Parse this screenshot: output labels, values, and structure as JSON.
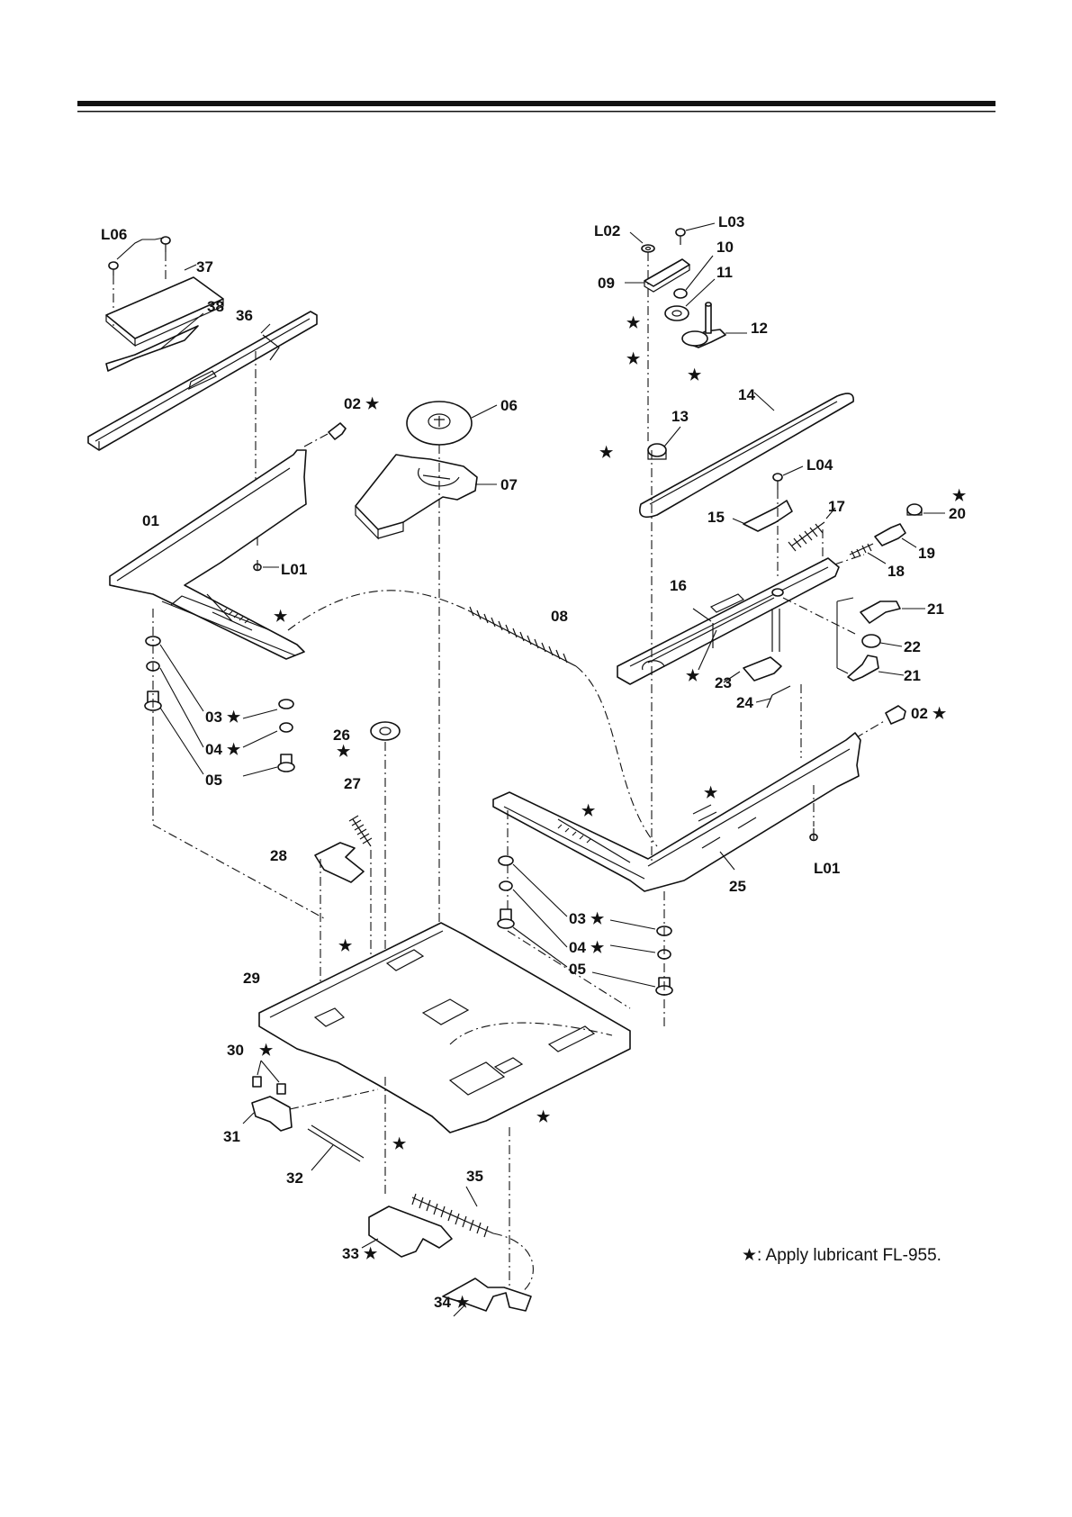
{
  "labels": {
    "L06": "L06",
    "p37": "37",
    "p38": "38",
    "p36": "36",
    "p02a": "02",
    "p06": "06",
    "p07": "07",
    "p01": "01",
    "L01a": "L01",
    "p03a": "03",
    "p04a": "04",
    "p05a": "05",
    "p26": "26",
    "p27": "27",
    "p28": "28",
    "p29": "29",
    "p30": "30",
    "p31": "31",
    "p32": "32",
    "p33": "33",
    "p34": "34",
    "p35": "35",
    "L02": "L02",
    "L03": "L03",
    "p09": "09",
    "p10": "10",
    "p11": "11",
    "p12": "12",
    "p13": "13",
    "p14": "14",
    "L04": "L04",
    "p15": "15",
    "p17": "17",
    "p20": "20",
    "p19": "19",
    "p18": "18",
    "p16": "16",
    "p08": "08",
    "p21a": "21",
    "p22": "22",
    "p21b": "21",
    "p23": "23",
    "p24": "24",
    "p02b": "02",
    "p25": "25",
    "L01b": "L01",
    "p03b": "03",
    "p04b": "04",
    "p05b": "05"
  },
  "star": "★",
  "note": "★: Apply lubricant FL-955."
}
